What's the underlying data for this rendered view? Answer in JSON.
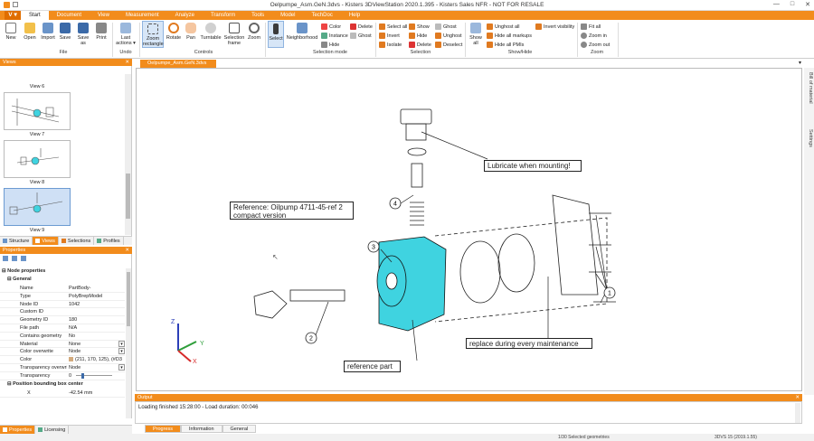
{
  "window": {
    "title": "Oelpumpe_Asm.GeN.3dvs - Kisters 3DViewStation 2020.1.395 - Kisters Sales NFR - NOT FOR RESALE",
    "min": "—",
    "max": "□",
    "close": "✕"
  },
  "menu": {
    "app_button": "V ▾",
    "tabs": [
      "Start",
      "Document",
      "View",
      "Measurement",
      "Analyze",
      "Transform",
      "Tools",
      "Model",
      "TechDoc",
      "Help"
    ]
  },
  "ribbon": {
    "file": {
      "buttons": [
        "New",
        "Open",
        "Import",
        "Save",
        "Save as",
        "Print"
      ],
      "group": "File"
    },
    "undo": {
      "button": "Last actions ▾",
      "group": "Undo"
    },
    "controls": {
      "buttons": [
        "Zoom rectangle",
        "Rotate",
        "Pan",
        "Turntable",
        "Selection frame",
        "Zoom"
      ],
      "group": "Controls"
    },
    "selection_mode": {
      "buttons": [
        "Select",
        "Neighborhood"
      ],
      "small": [
        "Color",
        "Instance",
        "Hide",
        "Delete",
        "Ghost"
      ],
      "group": "Selection mode"
    },
    "selection": {
      "small": [
        "Select all",
        "Invert",
        "Isolate",
        "Show",
        "Hide",
        "Delete",
        "Ghost",
        "Unghost",
        "Deselect"
      ],
      "group": "Selection"
    },
    "showhide": {
      "button": "Show all",
      "small": [
        "Unghost all",
        "Hide all markups",
        "Hide all PMIs",
        "Invert visibility"
      ],
      "group": "Show/Hide"
    },
    "zoom": {
      "small": [
        "Fit all",
        "Zoom in",
        "Zoom out"
      ],
      "group": "Zoom"
    }
  },
  "views_panel": {
    "title": "Views",
    "items": [
      {
        "label": "View 6"
      },
      {
        "label": "View 7"
      },
      {
        "label": "View 8"
      },
      {
        "label": "View 9"
      }
    ],
    "tabs": [
      "Structure",
      "Views",
      "Selections",
      "Profiles"
    ]
  },
  "properties": {
    "title": "Properties",
    "section": "Node properties",
    "group": "General",
    "rows": [
      {
        "k": "Name",
        "v": "PartBody-"
      },
      {
        "k": "Type",
        "v": "PolyBrepModel"
      },
      {
        "k": "Node ID",
        "v": "1042"
      },
      {
        "k": "Custom ID",
        "v": ""
      },
      {
        "k": "Geometry ID",
        "v": "180"
      },
      {
        "k": "File path",
        "v": "N/A"
      },
      {
        "k": "Contains geometry",
        "v": "No"
      },
      {
        "k": "Material",
        "v": "None"
      },
      {
        "k": "Color overwrite",
        "v": "Node"
      },
      {
        "k": "Color",
        "v": "(211, 170, 125), (#D3B"
      },
      {
        "k": "Transparency overwrite",
        "v": "Node"
      },
      {
        "k": "Transparency",
        "v": "0"
      }
    ],
    "subgroup": "Position bounding box center",
    "x_label": "X",
    "x_value": "-42.54 mm"
  },
  "bottom_tabs": [
    "Properties",
    "Licensing"
  ],
  "document": {
    "tab": "Oelpumpe_Asm.GeN.3dvs"
  },
  "annotations": {
    "reference": "Reference: Oilpump 4711-45-ref 2 compact version",
    "lubricate": "Lubricate when mounting!",
    "replace": "replace during every maintenance",
    "refpart": "reference part",
    "callouts": [
      "1",
      "2",
      "3",
      "4"
    ],
    "axes": [
      "Z",
      "Y",
      "X"
    ]
  },
  "right_tabs": [
    "Bill of material",
    "Settings"
  ],
  "output": {
    "title": "Output",
    "text": "Loading finished 15:28:00 - Load duration: 00:046",
    "tabs": [
      "Progress",
      "Information",
      "General"
    ]
  },
  "status": {
    "selected": "1/30 Selected geometries",
    "version": "3DVS 15 (2019.1.55)"
  },
  "colors": {
    "accent": "#f28c1c",
    "part": "#3fd3e0"
  }
}
